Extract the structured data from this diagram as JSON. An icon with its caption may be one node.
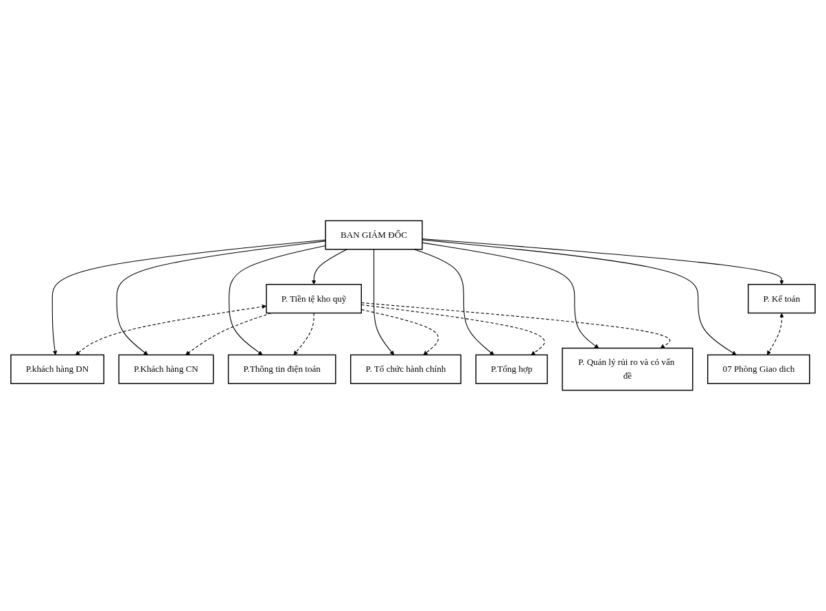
{
  "diagram": {
    "nodes": [
      {
        "text": [
          "BAN GIÁM ĐỐC"
        ]
      },
      {
        "text": [
          "P. Tiền tệ kho quỹ"
        ]
      },
      {
        "text": [
          "P.khách hàng DN"
        ]
      },
      {
        "text": [
          "P.Khách hàng CN"
        ]
      },
      {
        "text": [
          "P. Kế toán"
        ]
      },
      {
        "text": [
          "07 Phòng Giao dich"
        ]
      },
      {
        "text": [
          "P. Tổ chức hành chính"
        ]
      },
      {
        "text": [
          "P.Tổng hợp"
        ]
      },
      {
        "text": [
          "P. Quản lý rủi ro và có vấn đề"
        ]
      },
      {
        "text": [
          "P.Thông tin điện toán"
        ]
      }
    ],
    "edges": [
      {
        "from": 0,
        "to": 1,
        "arrow": "to"
      },
      {
        "from": 0,
        "to": 4,
        "arrow": "to"
      },
      {
        "from": 0,
        "to": 2,
        "arrow": "to"
      },
      {
        "from": 0,
        "to": 3,
        "arrow": "to"
      },
      {
        "from": 0,
        "to": 5,
        "arrow": "to"
      },
      {
        "from": 0,
        "to": 6,
        "arrow": "to"
      },
      {
        "from": 0,
        "to": 7,
        "arrow": "to"
      },
      {
        "from": 0,
        "to": 8,
        "arrow": "to"
      },
      {
        "from": 0,
        "to": 9,
        "arrow": "to"
      },
      {
        "from": 1,
        "to": 2,
        "arrow": "both",
        "style": "dashed"
      },
      {
        "from": 1,
        "to": 3,
        "arrow": "to",
        "style": "dashed"
      },
      {
        "from": 4,
        "to": 5,
        "arrow": "both",
        "style": "dashed"
      },
      {
        "from": 1,
        "to": 9,
        "arrow": "to",
        "style": "dashed"
      },
      {
        "from": 1,
        "to": 6,
        "arrow": "to",
        "style": "dashed"
      },
      {
        "from": 1,
        "to": 7,
        "arrow": "to",
        "style": "dashed"
      },
      {
        "from": 1,
        "to": 8,
        "arrow": "to",
        "style": "dashed"
      }
    ]
  }
}
